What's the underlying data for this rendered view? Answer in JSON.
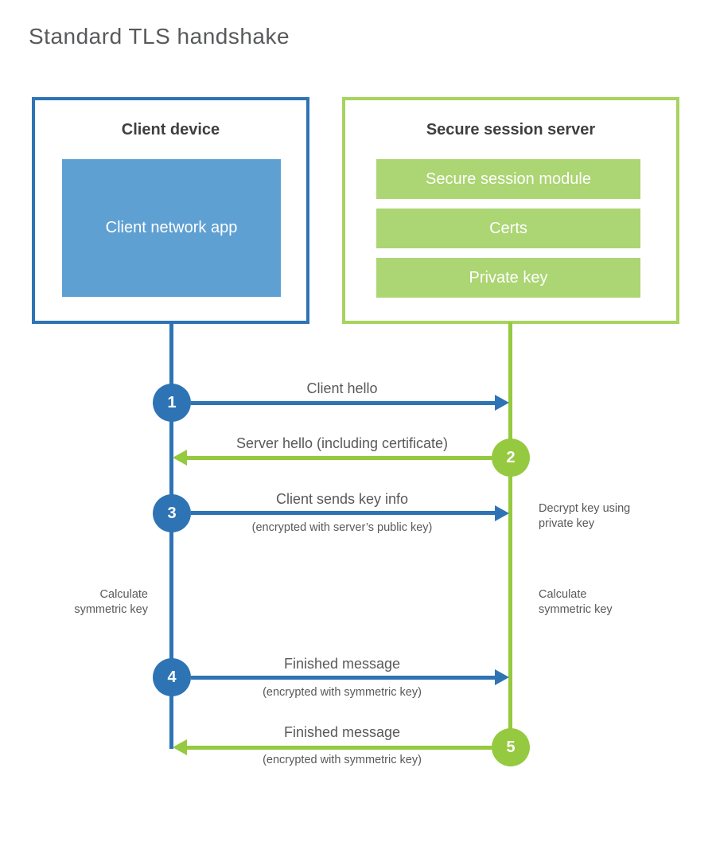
{
  "title": "Standard TLS handshake",
  "colors": {
    "blue_accent": "#2e74b5",
    "blue_fill": "#5fa0d3",
    "green_accent": "#95c93f",
    "green_border": "#a6d45f",
    "green_fill": "#acd573",
    "heading_text": "#3f3f3f",
    "label_text": "#595959"
  },
  "client_box": {
    "title": "Client device",
    "app_label": "Client network app"
  },
  "server_box": {
    "title": "Secure session server",
    "modules": [
      {
        "label": "Secure session module"
      },
      {
        "label": "Certs"
      },
      {
        "label": "Private key"
      }
    ]
  },
  "steps": [
    {
      "number": "1",
      "direction": "client-to-server",
      "label": "Client hello",
      "sublabel": ""
    },
    {
      "number": "2",
      "direction": "server-to-client",
      "label": "Server hello (including certificate)",
      "sublabel": ""
    },
    {
      "number": "3",
      "direction": "client-to-server",
      "label": "Client sends key info",
      "sublabel": "(encrypted with server’s public key)"
    },
    {
      "number": "4",
      "direction": "client-to-server",
      "label": "Finished message",
      "sublabel": "(encrypted with symmetric key)"
    },
    {
      "number": "5",
      "direction": "server-to-client",
      "label": "Finished message",
      "sublabel": "(encrypted with symmetric key)"
    }
  ],
  "side_notes": {
    "decrypt": {
      "text": "Decrypt key using private key",
      "side": "right"
    },
    "calc_left": {
      "text": "Calculate symmetric key",
      "side": "left"
    },
    "calc_right": {
      "text": "Calculate symmetric key",
      "side": "right"
    }
  }
}
